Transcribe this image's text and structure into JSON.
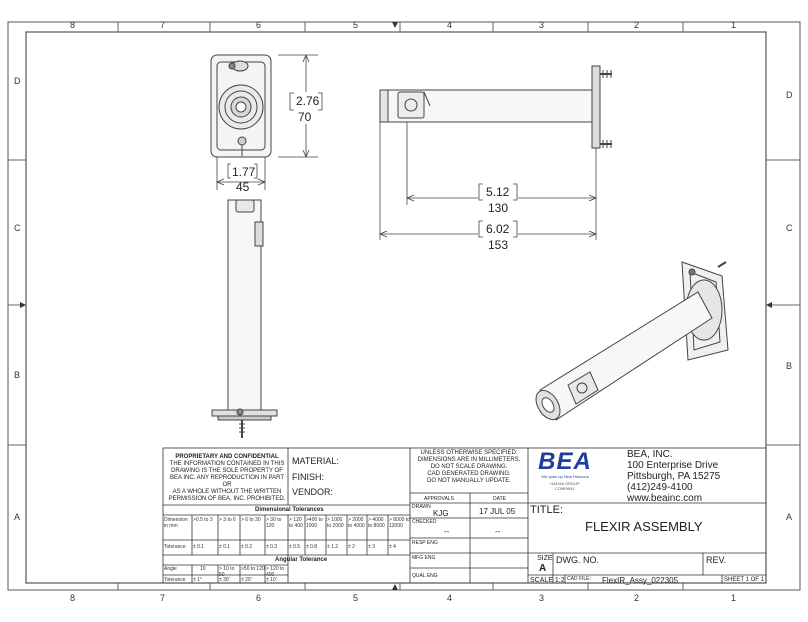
{
  "border": {
    "top_cols": [
      "8",
      "7",
      "6",
      "5",
      "4",
      "3",
      "2",
      "1"
    ],
    "bottom_cols": [
      "8",
      "7",
      "6",
      "5",
      "4",
      "3",
      "2",
      "1"
    ],
    "left_rows": [
      "D",
      "C",
      "B",
      "A"
    ],
    "right_rows": [
      "D",
      "C",
      "B",
      "A"
    ]
  },
  "dimensions": {
    "height_in": "2.76",
    "height_mm": "70",
    "width_in": "1.77",
    "width_mm": "45",
    "length1_in": "5.12",
    "length1_mm": "130",
    "length2_in": "6.02",
    "length2_mm": "153"
  },
  "title_block": {
    "proprietary": {
      "heading": "PROPRIETARY AND CONFIDENTIAL",
      "line1": "THE INFORMATION CONTAINED IN THIS",
      "line2": "DRAWING IS THE SOLE PROPERTY OF",
      "line3": "BEA INC. ANY REPRODUCTION IN PART OR",
      "line4": "AS A WHOLE WITHOUT THE WRITTEN",
      "line5": "PERMISSION OF BEA, INC. PROHIBITED."
    },
    "material_label": "MATERIAL:",
    "finish_label": "FINISH:",
    "vendor_label": "VENDOR:",
    "notes": {
      "line1": "UNLESS OTHERWISE SPECIFIED:",
      "line2": "DIMENSIONS ARE IN MILLIMETERS.",
      "line3": "DO NOT SCALE DRAWING.",
      "line4": "CAD GENERATED DRAWING.",
      "line5": "DO NOT MANUALLY UPDATE."
    },
    "approvals_label": "APPROVALS",
    "date_label": "DATE",
    "drawn_label": "DRAWN",
    "drawn_value": "KJG",
    "drawn_date": "17 JUL 05",
    "checked_label": "CHECKED",
    "checked_value": "--",
    "checked_date": "--",
    "resp_eng_label": "RESP ENG",
    "mfg_eng_label": "MFG ENG",
    "qual_eng_label": "QUAL ENG",
    "logo_text": "BEA",
    "logo_tagline": "We open up New Horizons",
    "logo_group_line1": "HALMA GROUP",
    "logo_group_line2": "COMPANY",
    "company_name": "BEA, INC.",
    "company_address1": "100 Enterprise Drive",
    "company_address2": "Pittsburgh, PA  15275",
    "company_phone": "(412)249-4100",
    "company_web": "www.beainc.com",
    "title_label": "TITLE:",
    "title_value": "FLEXIR ASSEMBLY",
    "size_label": "SIZE",
    "size_value": "A",
    "dwg_no_label": "DWG. NO.",
    "rev_label": "REV.",
    "scale_label": "SCALE 1:2",
    "cad_file_label": "CAD FILE:",
    "cad_file_value": "FlexIR_Assy_022305",
    "sheet_label": "SHEET 1 OF 1",
    "dim_tol_heading": "Dimensional Tolerances",
    "dim_tol_row1": [
      "Dimension in mm",
      ">0.5 to 3",
      "> 3 to 6",
      "> 6 to 30",
      "> 30 to 120",
      "> 120 to 400",
      ">400 to 1000",
      "> 1000 to 2000",
      "> 2000 to 4000",
      "> 4000 to 8000",
      "> 8000 to 12000"
    ],
    "dim_tol_row2": [
      "Tolerance",
      "± 0.1",
      "± 0.1",
      "± 0.2",
      "± 0.3",
      "± 0.5",
      "± 0.8",
      "± 1.2",
      "± 2",
      "± 3",
      "± 4"
    ],
    "ang_tol_heading": "Angular Tolerance",
    "ang_tol_row1": [
      "Angle",
      "10",
      "> 10 to 50",
      ">50 to 120",
      "> 120 to 400"
    ],
    "ang_tol_row2": [
      "Tolerance",
      "± 1°",
      "± 30'",
      "± 20'",
      "± 10'"
    ]
  }
}
